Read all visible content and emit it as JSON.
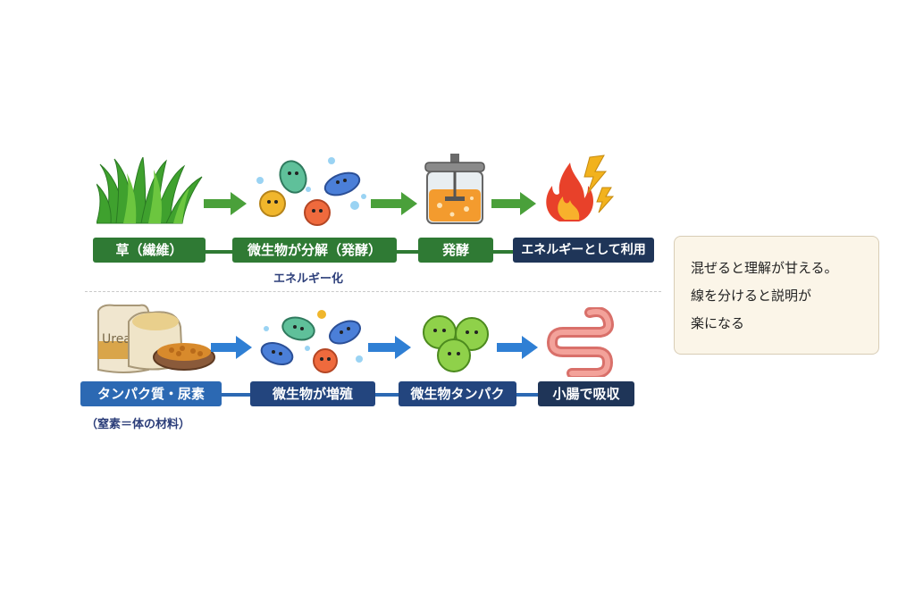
{
  "row1": {
    "labels": [
      "草（繊維）",
      "微生物が分解（発酵）",
      "発酵",
      "エネルギーとして利用"
    ],
    "note": "エネルギー化"
  },
  "row2": {
    "labels": [
      "タンパク質・尿素",
      "微生物が増殖",
      "微生物タンパク",
      "小腸で吸収"
    ],
    "note": "（窒素＝体の材料）",
    "bag_text": "Urea"
  },
  "callout": {
    "lines": [
      "混ぜると理解が甘える。",
      "線を分けると説明が",
      "楽になる"
    ]
  },
  "colors": {
    "green": "#2f7a34",
    "green_arrow": "#4aa03a",
    "blue": "#2c69b3",
    "blue_dark": "#23457e",
    "navy": "#1f3558",
    "blue_arrow": "#2f7fd4"
  }
}
